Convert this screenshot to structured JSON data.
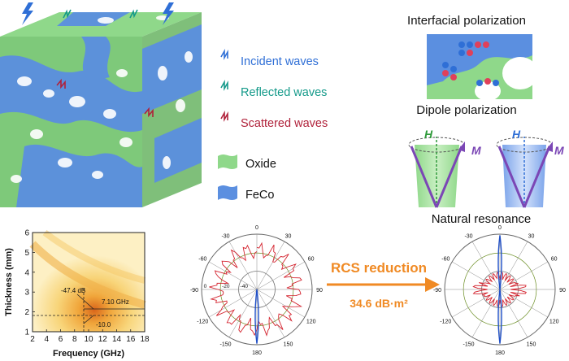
{
  "legend": {
    "incident": "Incident waves",
    "reflected": "Reflected waves",
    "scattered": "Scattered waves",
    "oxide": "Oxide",
    "feco": "FeCo"
  },
  "colors": {
    "incident": "#2f6fd6",
    "reflected": "#159a8a",
    "scattered": "#b0213a",
    "oxide": "#8fd88a",
    "feco": "#5b8fe0",
    "arrow": "#f08a24",
    "moment": "#7b47b5"
  },
  "panels": {
    "interfacial_title": "Interfacial polarization",
    "dipole_title": "Dipole polarization",
    "natural_title": "Natural resonance",
    "h_label": "H",
    "m_label": "M"
  },
  "rcs": {
    "label": "RCS reduction",
    "value": "34.6 dB·m²"
  },
  "contour": {
    "xlabel": "Frequency (GHz)",
    "ylabel": "Thickness (mm)",
    "xticks": [
      "2",
      "4",
      "6",
      "8",
      "10",
      "12",
      "14",
      "16",
      "18"
    ],
    "yticks": [
      "1",
      "2",
      "3",
      "4",
      "5",
      "6"
    ],
    "annotations": [
      "-47.4 dB",
      "7.10 GHz",
      "-10.0"
    ]
  },
  "polar": {
    "angles": [
      "0",
      "30",
      "60",
      "90",
      "120",
      "150",
      "180",
      "-30",
      "-60",
      "-90",
      "-120",
      "-150"
    ],
    "radial": [
      "-40",
      "-20",
      "0"
    ]
  }
}
